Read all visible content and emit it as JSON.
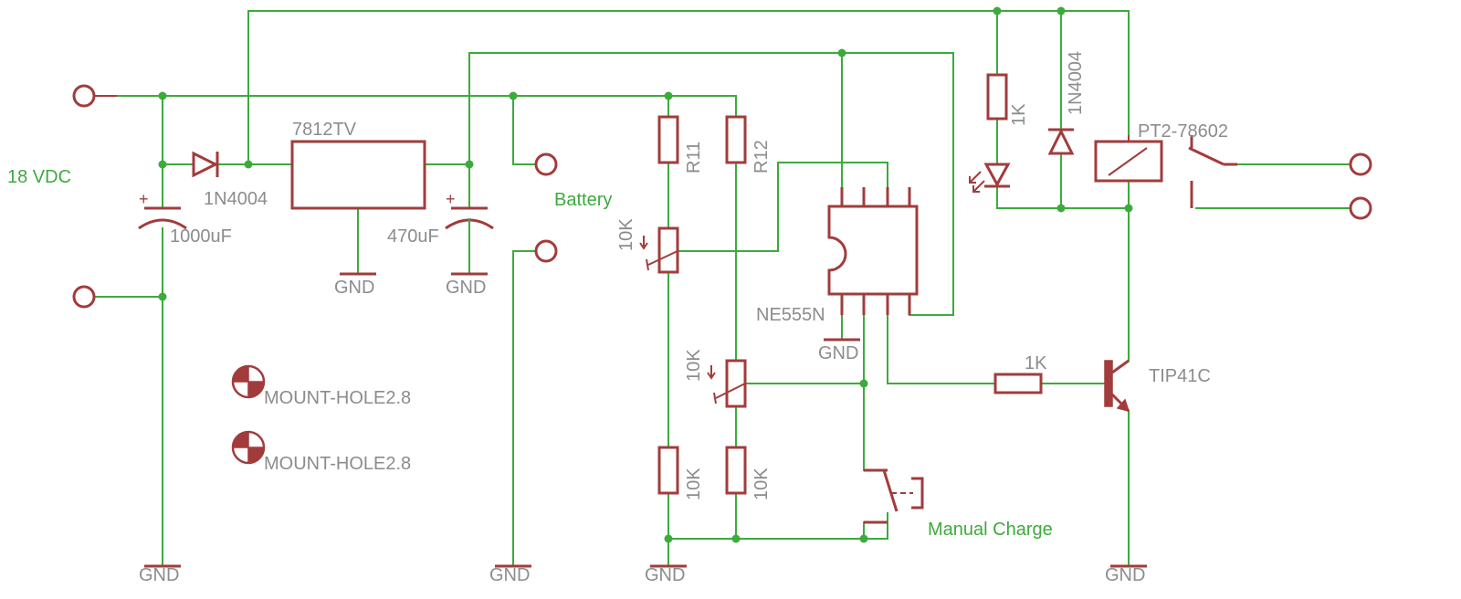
{
  "labels": {
    "supply": "18 VDC",
    "battery": "Battery",
    "manual_charge": "Manual Charge",
    "regulator": "7812TV",
    "diode_input": "1N4004",
    "diode_relay": "1N4004",
    "cap_input": "1000uF",
    "cap_output": "470uF",
    "r11": "R11",
    "r12": "R12",
    "pot_top": "10K",
    "pot_mid": "10K",
    "r_bottom_left": "10K",
    "r_bottom_right": "10K",
    "r_led": "1K",
    "r_base": "1K",
    "timer": "NE555N",
    "relay": "PT2-78602",
    "transistor": "TIP41C",
    "mount_hole_1": "MOUNT-HOLE2.8",
    "mount_hole_2": "MOUNT-HOLE2.8",
    "gnd": "GND",
    "plus": "+"
  },
  "colors": {
    "wire": "#3cab3c",
    "component": "#a23c3c",
    "label": "#8c8c8c",
    "net_label": "#3cab3c",
    "background": "#ffffff"
  }
}
